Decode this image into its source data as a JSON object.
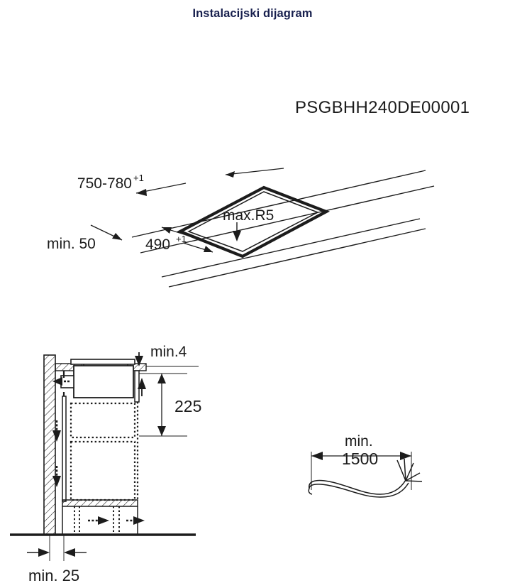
{
  "header": {
    "title": "Instalacijski dijagram"
  },
  "model": {
    "code": "PSGBHH240DE00001"
  },
  "colors": {
    "title": "#18204e",
    "line": "#1c1c1c",
    "background": "#ffffff"
  },
  "figures": {
    "cutout": {
      "name": "worktop-cutout-perspective",
      "dimensions": {
        "width_label": "750-780",
        "width_tolerance": "+1",
        "depth_label": "490",
        "depth_tolerance": "+1",
        "rear_clearance_label": "min. 50",
        "corner_radius_label": "max.R5"
      }
    },
    "section": {
      "name": "installation-cross-section",
      "dimensions": {
        "top_clearance_label": "min.4",
        "cabinet_depth_label": "225",
        "wall_gap_label": "min. 25"
      }
    },
    "cable": {
      "name": "power-cable-length",
      "dimensions": {
        "prefix_label": "min.",
        "length_label": "1500"
      }
    }
  }
}
